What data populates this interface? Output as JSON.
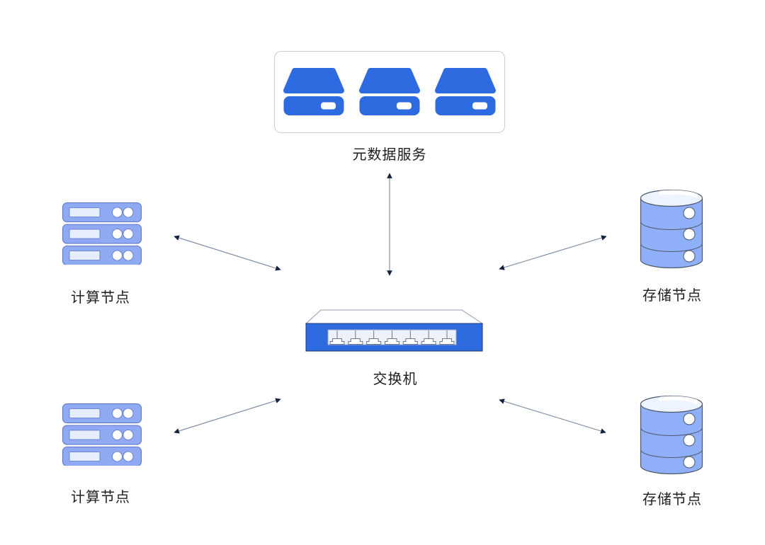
{
  "diagram": {
    "type": "network-topology",
    "background": "#FFFFFF",
    "nodes": {
      "metadata_service": {
        "label": "元数据服务",
        "icon": "hard-disk-icon",
        "disk_count": 3
      },
      "switch": {
        "label": "交换机",
        "icon": "network-switch-icon",
        "port_count": 7
      },
      "compute_node_top": {
        "label": "计算节点",
        "icon": "server-rack-icon",
        "unit_count": 3
      },
      "compute_node_bottom": {
        "label": "计算节点",
        "icon": "server-rack-icon",
        "unit_count": 3
      },
      "storage_node_top": {
        "label": "存储节点",
        "icon": "database-cylinder-icon",
        "segment_count": 3
      },
      "storage_node_bottom": {
        "label": "存储节点",
        "icon": "database-cylinder-icon",
        "segment_count": 3
      }
    },
    "connections": [
      {
        "from": "switch",
        "to": "metadata_service",
        "style": "double-arrow"
      },
      {
        "from": "switch",
        "to": "compute_node_top",
        "style": "double-arrow"
      },
      {
        "from": "switch",
        "to": "storage_node_top",
        "style": "double-arrow"
      },
      {
        "from": "switch",
        "to": "compute_node_bottom",
        "style": "double-arrow"
      },
      {
        "from": "switch",
        "to": "storage_node_bottom",
        "style": "double-arrow"
      }
    ],
    "colors": {
      "primary_blue": "#2F6BE0",
      "rack_blue": "#8FA9F2",
      "cylinder_blue": "#8FAFF8",
      "panel_light": "#EDF1FA",
      "slot_light": "#E6EDFC",
      "box_border": "#C9CDD4",
      "outline_dark": "#4E5A6B",
      "rack_outline": "#5B74C9",
      "arrow_line": "#7A8AA0",
      "arrow_head": "#16243F",
      "label_text": "#1E1E1E"
    }
  }
}
